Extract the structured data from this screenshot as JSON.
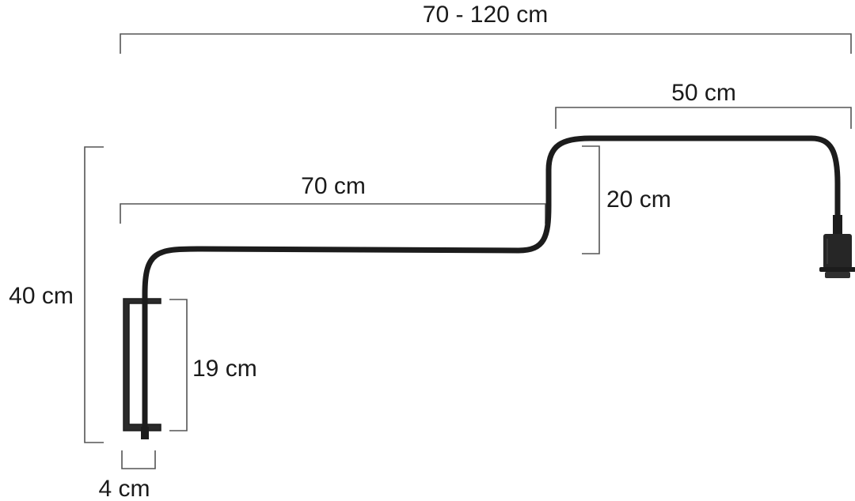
{
  "dimensions": {
    "total_reach": "70 - 120 cm",
    "outer_arm": "50 cm",
    "inner_arm": "70 cm",
    "offset_height": "20 cm",
    "total_height": "40 cm",
    "bracket_height": "19 cm",
    "bracket_width": "4 cm"
  },
  "colors": {
    "lamp": "#1c1c1c",
    "dimension_lines": "#555555",
    "text": "#1a1a1a"
  }
}
